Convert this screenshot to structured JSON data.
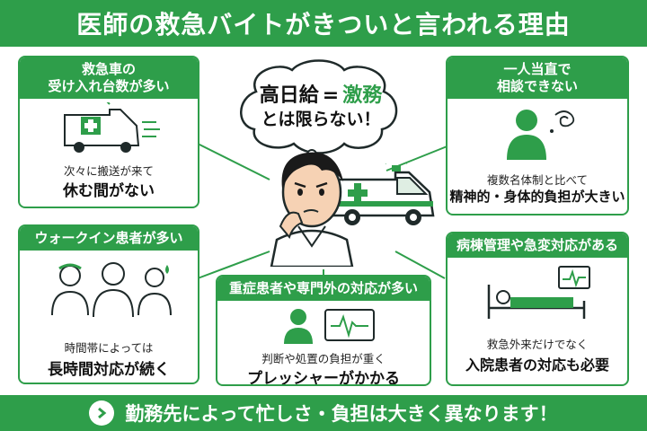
{
  "header": {
    "title": "医師の救急バイトがきついと言われる理由"
  },
  "center": {
    "bubble_part1": "高日給",
    "bubble_eq": "=",
    "bubble_part2": "激務",
    "bubble_line2": "とは限らない！"
  },
  "cards": {
    "ambulance": {
      "title_l1": "救急車の",
      "title_l2": "受け入れ台数が多い",
      "sub": "次々に搬送が来て",
      "main": "休む間がない"
    },
    "walkin": {
      "title": "ウォークイン患者が多い",
      "sub": "時間帯によっては",
      "main": "長時間対応が続く"
    },
    "severe": {
      "title": "重症患者や専門外の対応が多い",
      "sub": "判断や処置の負担が重く",
      "main": "プレッシャーがかかる"
    },
    "alone": {
      "title_l1": "一人当直で",
      "title_l2": "相談できない",
      "sub": "複数名体制と比べて",
      "main": "精神的・身体的負担が大きい"
    },
    "ward": {
      "title": "病棟管理や急変対応がある",
      "sub": "救急外来だけでなく",
      "main": "入院患者の対応も必要"
    }
  },
  "footer": {
    "text": "勤務先によって忙しさ・負担は大きく異なります！"
  },
  "colors": {
    "green": "#2e9e4a",
    "dark": "#1f2a2a",
    "skin": "#f6d2b4",
    "hair": "#1a1a1a"
  }
}
